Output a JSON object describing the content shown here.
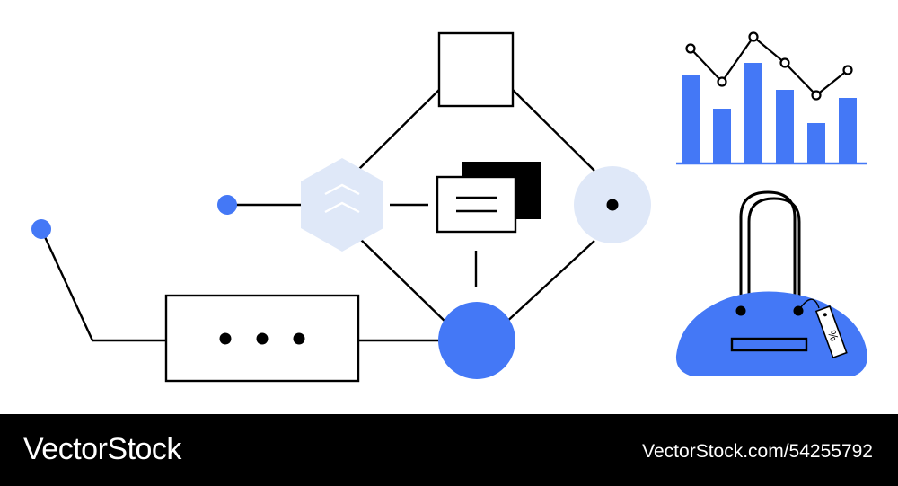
{
  "colors": {
    "accent": "#4478f6",
    "accent_light": "#dfe8f8",
    "ink": "#000000",
    "background": "#ffffff"
  },
  "watermark": {
    "brand": "VectorStock",
    "reference": "VectorStock.com/54255792"
  },
  "icons": [
    "square-node",
    "hexagon-chevrons-icon",
    "document-stack-icon",
    "target-circle-node",
    "blue-circle-node",
    "dots-box-node",
    "bar-line-chart-icon",
    "shopping-bag-icon",
    "price-tag-icon"
  ],
  "tag_label": "%"
}
